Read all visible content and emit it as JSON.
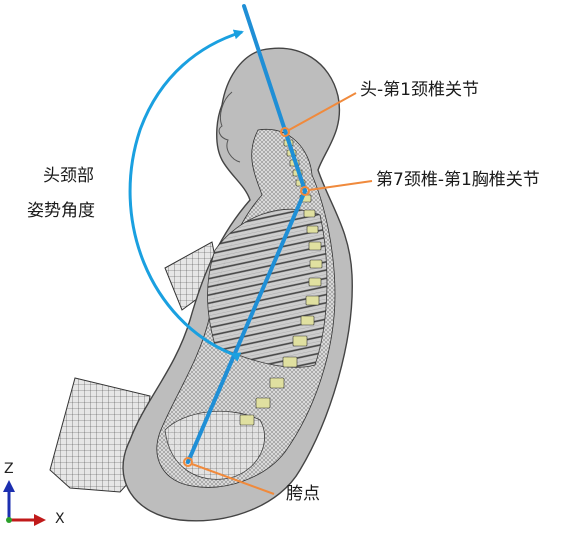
{
  "labels": {
    "angle_line1": "头颈部",
    "angle_line2": "姿势角度",
    "joint_head_c1": "头-第1颈椎关节",
    "joint_c7_t1": "第7颈椎-第1胸椎关节",
    "hip_point": "胯点"
  },
  "axes": {
    "z": "Z",
    "x": "X"
  },
  "colors": {
    "reference_line": "#1f8fd6",
    "angle_arrow": "#1aa0e0",
    "leader_line": "#f08a3c",
    "model_gray": "#b4b4b4",
    "mesh_dark": "#555555",
    "axis_z": "#1c2fb0",
    "axis_x": "#c01a1a",
    "axis_origin": "#2aa02a"
  },
  "icons": {
    "axis_triad": "coordinate-triad-icon"
  }
}
